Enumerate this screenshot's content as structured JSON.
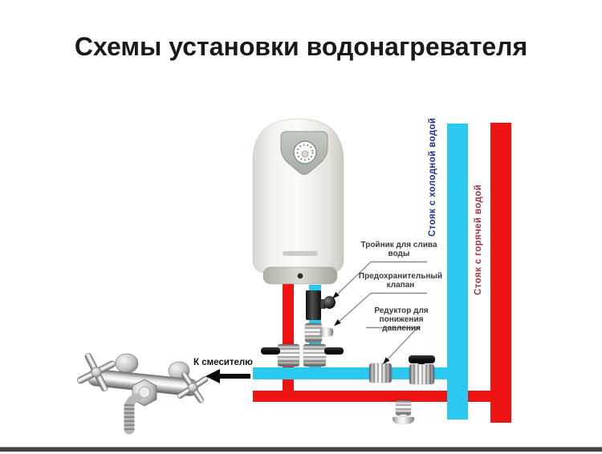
{
  "title": "Схемы установки водонагревателя",
  "callouts": {
    "tee": {
      "line1": "Тройник для слива",
      "line2": "воды"
    },
    "safety_valve": {
      "line1": "Предохранительный",
      "line2": "клапан"
    },
    "pressure_reducer": {
      "line1": "Редуктор для понижения",
      "line2": "давления"
    }
  },
  "arrow_label": "К смесителю",
  "risers": {
    "cold": {
      "label": "Стояк с холодной водой",
      "pipe_color": "#2bc8f0",
      "label_color": "#21378f"
    },
    "hot": {
      "label": "Стояк с горячей водой",
      "pipe_color": "#ee1414",
      "label_color": "#9e3a46"
    }
  },
  "colors": {
    "cold_pipe": "#2bc8f0",
    "hot_pipe": "#ee1414",
    "callout_text": "#3a3a3a",
    "title_text": "#1a1a1a",
    "footer_bar": "#454545"
  }
}
